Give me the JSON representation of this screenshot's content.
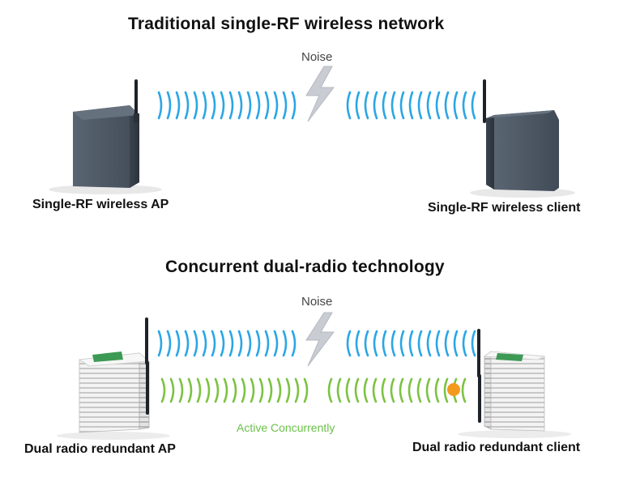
{
  "panel_top": {
    "title": "Traditional single-RF wireless network",
    "noise_label": "Noise",
    "left_label": "Single-RF wireless AP",
    "right_label": "Single-RF wireless client"
  },
  "panel_bottom": {
    "title": "Concurrent dual-radio technology",
    "noise_label": "Noise",
    "active_label": "Active Concurrently",
    "left_label": "Dual radio redundant AP",
    "right_label": "Dual radio redundant client"
  },
  "colors": {
    "blue_wave": "#2aa6e6",
    "green_wave": "#7cc242",
    "noise_bolt": "#c9ccd2",
    "dark_box": "#4e5967",
    "indicator": "#f39a1e"
  }
}
